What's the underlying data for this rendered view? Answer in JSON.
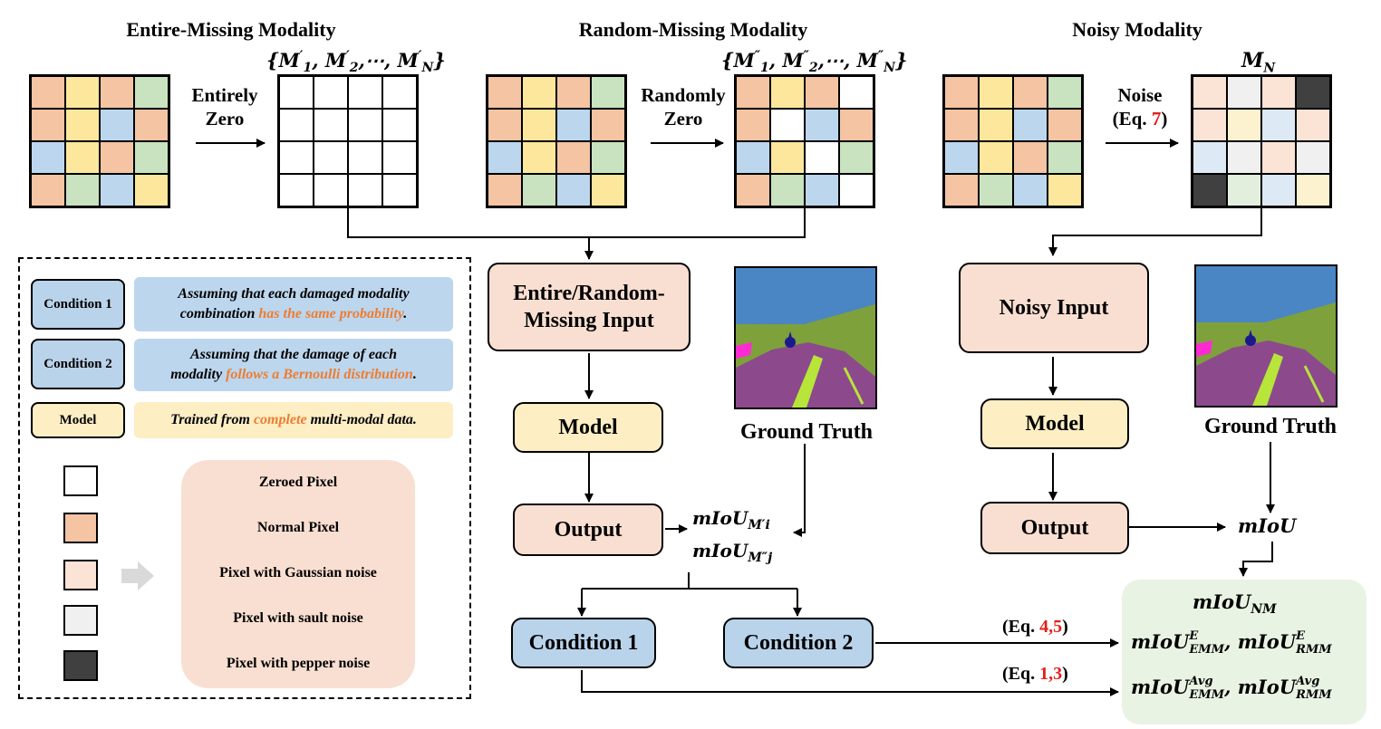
{
  "headings": {
    "entire": "Entire-Missing Modality",
    "random": "Random-Missing Modality",
    "noisy": "Noisy Modality"
  },
  "set_labels": {
    "entire": "{M′1, M′2,⋯, M′N}",
    "random": "{M″1, M″2,⋯, M″N}",
    "noisy": "MN"
  },
  "set_parts": {
    "entire": {
      "open": "{",
      "m1": "M",
      "p1": "′",
      "s1": "1",
      "m2": "M",
      "p2": "′",
      "s2": "2",
      "dots": "⋯",
      "mN": "M",
      "pN": "′",
      "sN": "N",
      "close": "}"
    },
    "random": {
      "open": "{",
      "m1": "M",
      "p1": "″",
      "s1": "1",
      "m2": "M",
      "p2": "″",
      "s2": "2",
      "dots": "⋯",
      "mN": "M",
      "pN": "″",
      "sN": "N",
      "close": "}"
    },
    "noisy": {
      "m": "M",
      "s": "N"
    }
  },
  "arrow_labels": {
    "entire_l1": "Entirely",
    "entire_l2": "Zero",
    "random_l1": "Randomly",
    "random_l2": "Zero",
    "noise_l1": "Noise",
    "noise_l2_pre": "(Eq. ",
    "noise_l2_num": "7",
    "noise_l2_post": ")"
  },
  "colors": {
    "peach": "#f4c4a3",
    "yellow": "#fde79d",
    "blue": "#bcd6ee",
    "green": "#c9e2bf",
    "white": "#ffffff",
    "light_peach": "#fbe3d6",
    "light_gray": "#f0f0f0",
    "dark": "#404040",
    "light_yellow": "#fdf2cf",
    "light_blue": "#dde9f5",
    "light_green": "#e2efdc"
  },
  "grids": {
    "input": [
      "peach",
      "yellow",
      "peach",
      "green",
      "peach",
      "yellow",
      "blue",
      "peach",
      "blue",
      "yellow",
      "peach",
      "green",
      "peach",
      "green",
      "blue",
      "yellow"
    ],
    "entire_zero": [
      "white",
      "white",
      "white",
      "white",
      "white",
      "white",
      "white",
      "white",
      "white",
      "white",
      "white",
      "white",
      "white",
      "white",
      "white",
      "white"
    ],
    "random_zero": [
      "peach",
      "yellow",
      "peach",
      "white",
      "peach",
      "white",
      "blue",
      "peach",
      "blue",
      "yellow",
      "white",
      "green",
      "peach",
      "green",
      "blue",
      "white"
    ],
    "noisy": [
      "light_peach",
      "light_gray",
      "light_peach",
      "dark",
      "light_peach",
      "light_yellow",
      "light_blue",
      "light_peach",
      "light_blue",
      "light_gray",
      "light_peach",
      "light_gray",
      "dark",
      "light_green",
      "light_blue",
      "light_yellow"
    ]
  },
  "legend": {
    "condition1_tag": "Condition 1",
    "condition1_pre": "Assuming that each damaged modality",
    "condition1_mid_pre": "combination ",
    "condition1_highlight": "has the same probability",
    "condition1_post": ".",
    "condition2_tag": "Condition 2",
    "condition2_pre": "Assuming that the damage of each",
    "condition2_mid_pre": "modality ",
    "condition2_highlight": "follows a Bernoulli distribution",
    "condition2_post": ".",
    "model_tag": "Model",
    "model_pre": "Trained from ",
    "model_highlight": "complete",
    "model_post": " multi-modal data."
  },
  "pixel_legend": {
    "items": [
      "Zeroed Pixel",
      "Normal Pixel",
      "Pixel with Gaussian noise",
      "Pixel with sault noise",
      "Pixel with pepper noise"
    ],
    "swatch_colors": [
      "white",
      "peach",
      "light_peach",
      "light_gray",
      "dark"
    ]
  },
  "flow": {
    "missing_input": "Entire/Random-Missing Input",
    "missing_input_l1": "Entire/Random-",
    "missing_input_l2": "Missing Input",
    "model_left": "Model",
    "output_left": "Output",
    "ground_truth_left": "Ground Truth",
    "noisy_input": "Noisy Input",
    "model_right": "Model",
    "output_right": "Output",
    "ground_truth_right": "Ground Truth",
    "condition1": "Condition 1",
    "condition2": "Condition 2"
  },
  "metrics": {
    "miou": "mIoU",
    "miou_m_i_sub": "M′i",
    "miou_m_j_sub": "M″j",
    "miou_nm_sub": "NM",
    "sup_E": "E",
    "sup_avg": "Avg",
    "sub_emm": "EMM",
    "sub_rmm": "RMM",
    "comma": ", ",
    "eq45_pre": "(Eq. ",
    "eq45_num": "4,5",
    "eq45_post": ")",
    "eq13_pre": "(Eq. ",
    "eq13_num": "1,3",
    "eq13_post": ")"
  }
}
